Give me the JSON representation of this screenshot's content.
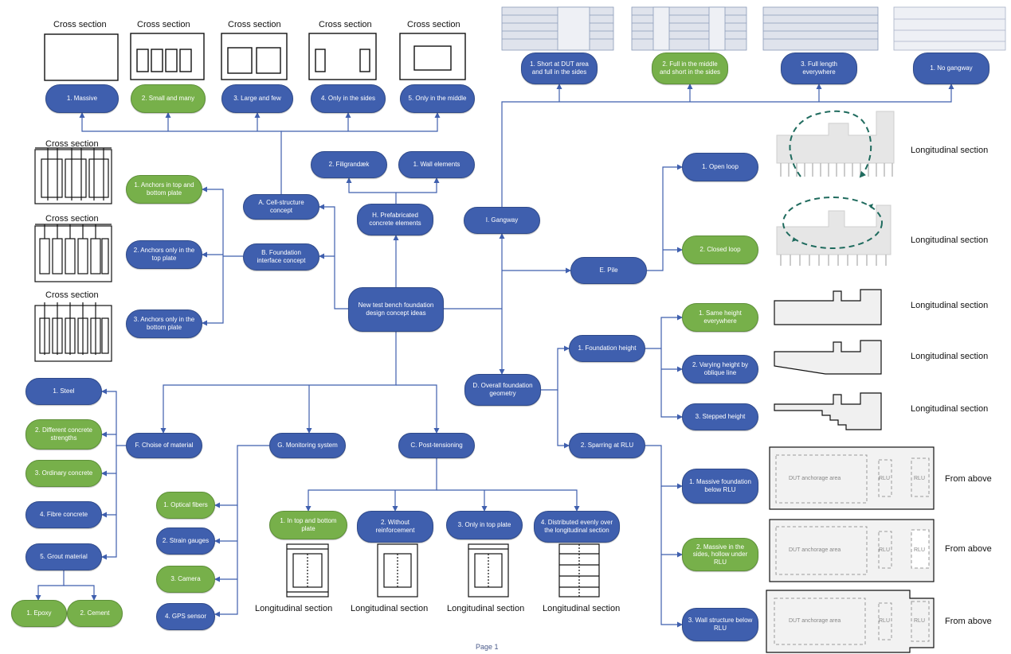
{
  "nodes": {
    "root": "New test bench foundation design concept ideas",
    "A": "A. Cell-structure concept",
    "B": "B. Foundation interface concept",
    "C": "C. Post-tensioning",
    "D": "D. Overall foundation geometry",
    "E": "E. Pile",
    "F": "F. Choise of material",
    "G": "G. Monitoring system",
    "H": "H. Prefabricated concrete elements",
    "I": "I. Gangway",
    "A1": "1. Massive",
    "A2": "2. Small and many",
    "A3": "3. Large and few",
    "A4": "4. Only in the sides",
    "A5": "5. Only in the middle",
    "B1": "1. Anchors in top and bottom plate",
    "B2": "2. Anchors only in the top plate",
    "B3": "3. Anchors only in the bottom plate",
    "H1": "2. Filigrandæk",
    "H2": "1. Wall elements",
    "I1": "1. Short at DUT area and full in the sides",
    "I2": "2. Full in the middle and short in the sides",
    "I3": "3. Full length everywhere",
    "I4": "1. No gangway",
    "E1": "1. Open loop",
    "E2": "2. Closed loop",
    "D1": "1. Foundation height",
    "D11": "1. Same height everywhere",
    "D12": "2. Varying height by oblique line",
    "D13": "3. Stepped height",
    "D2": "2. Sparring at RLU",
    "D21": "1. Massive foundation below RLU",
    "D22": "2. Massive in the sides, hollow under RLU",
    "D23": "3. Wall structure below RLU",
    "F1": "1. Steel",
    "F2": "2. Different concrete strengths",
    "F3": "3. Ordinary concrete",
    "F4": "4. Fibre concrete",
    "F5": "5. Grout material",
    "F51": "1. Epoxy",
    "F52": "2. Cement",
    "G1": "1. Optical fibers",
    "G2": "2. Strain gauges",
    "G3": "3. Camera",
    "G4": "4. GPS sensor",
    "C1": "1. In top and bottom plate",
    "C2": "2. Without reinforcement",
    "C3": "3. Only in top plate",
    "C4": "4. Distributed evenly over the longitudinal section"
  },
  "labels": {
    "cross_section": "Cross section",
    "longitudinal_section": "Longitudinal section",
    "from_above": "From above",
    "dut_area": "DUT anchorage area",
    "rlu": "RLU",
    "page": "Page 1"
  },
  "colors": {
    "blue": "#3f5fae",
    "green": "#77b04a",
    "line": "#3f5fae",
    "loop": "#1f6b5e"
  }
}
